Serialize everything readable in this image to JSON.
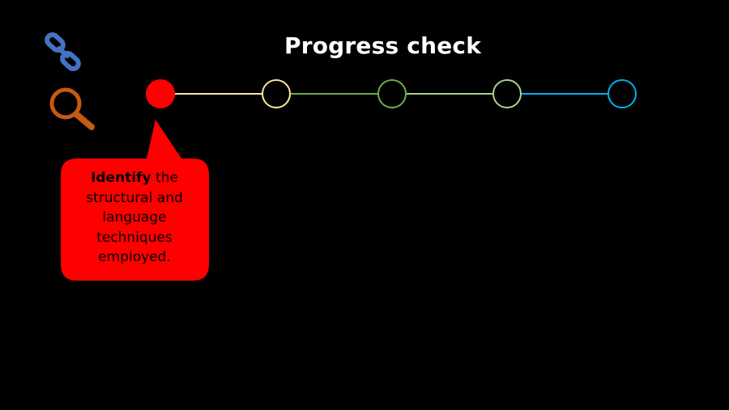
{
  "slide": {
    "title": "Progress check"
  },
  "icons": {
    "link": "link-icon",
    "magnifier": "magnifying-glass-icon"
  },
  "colors": {
    "background": "#000000",
    "title": "#ffffff",
    "link_icon": "#4472c4",
    "magnifier_icon": "#c55a11",
    "callout_fill": "#ff0000",
    "step_1": "#ff0000",
    "step_2": "#ffe699",
    "step_3": "#70ad47",
    "step_4": "#a9d18e",
    "step_5": "#00b0f0"
  },
  "progress": {
    "steps_total": 5,
    "current_step": 1
  },
  "callout": {
    "keyword": "Identify",
    "text": " the structural and language techniques employed."
  }
}
